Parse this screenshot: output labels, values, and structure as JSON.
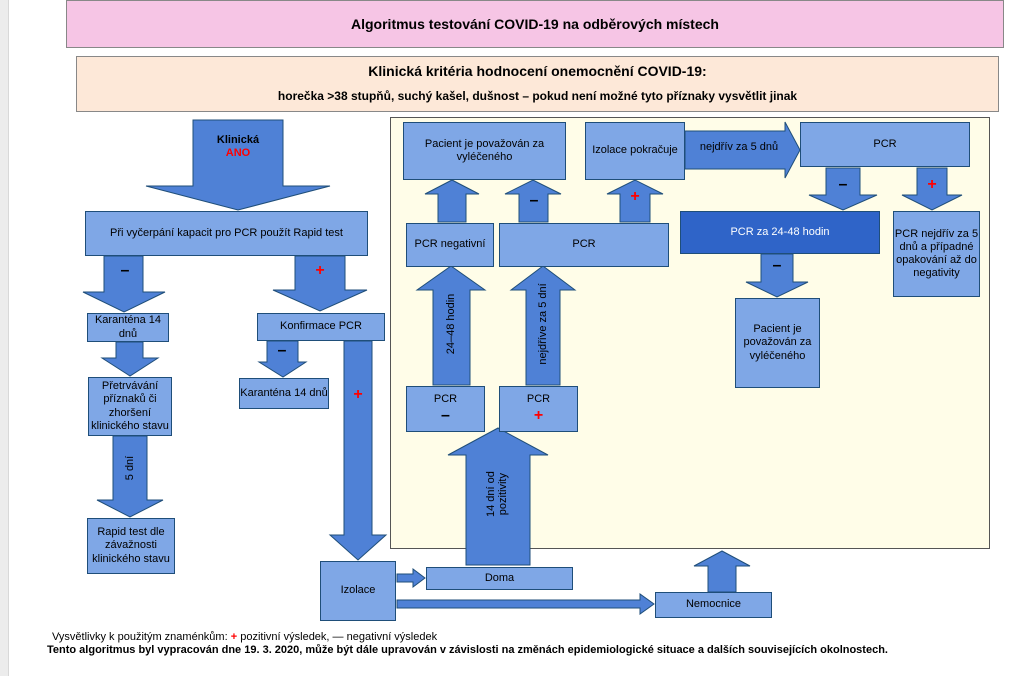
{
  "title": "Algoritmus testování COVID-19 na odběrových místech",
  "criteria": {
    "title": "Klinická kritéria hodnocení onemocnění COVID-19:",
    "subtitle": "horečka >38 stupňů, suchý kašel, dušnost – pokud není možné tyto příznaky vysvětlit jinak"
  },
  "nodes": {
    "klinicka": "Klinická",
    "ano": "ANO",
    "rapid_capacity": "Při vyčerpání kapacit pro PCR použít Rapid test",
    "karantena1": "Karanténa 14 dnů",
    "konfirmace": "Konfirmace PCR",
    "karantena2": "Karanténa 14 dnů",
    "pretrvavani": "Přetrvávání příznaků či zhoršení klinického stavu",
    "days5": "5 dní",
    "rapid_test": "Rapid test dle závažnosti klinického stavu",
    "izolace": "Izolace",
    "doma": "Doma",
    "nemocnice": "Nemocnice",
    "pacient_vyleceny": "Pacient je považován za vyléčeného",
    "izolace_pokracuje": "Izolace pokračuje",
    "nejdriv_5_dnu": "nejdřív za 5 dnů",
    "pcr_top": "PCR",
    "pcr_negativni": "PCR negativní",
    "pcr_mid": "PCR",
    "pcr_24_48": "PCR za 24-48 hodin",
    "pcr_nejdriv": "PCR nejdřív za 5 dnů a případné opakování až do negativity",
    "pacient_vyleceny2": "Pacient je považován za vyléčeného",
    "hodin_24_48": "24–48 hodin",
    "nejdrive_5_dni": "nejdříve za 5 dní",
    "pcr_neg_box": "PCR",
    "pcr_pos_box": "PCR",
    "dni_14": "14 dní od pozitivity"
  },
  "signs": {
    "plus": "+",
    "minus": "–"
  },
  "footer": {
    "legend_prefix": "Vysvětlivky k použitým znaménkům:",
    "legend_plus": "pozitivní výsledek,",
    "legend_minus_sign": "—",
    "legend_minus": "negativní výsledek",
    "note": "Tento algoritmus byl vypracován dne 19. 3. 2020, může být dále upravován v závislosti na změnách epidemiologické situace a dalších souvisejících okolnostech."
  },
  "colors": {
    "light_blue": "#7fa7e6",
    "mid_blue": "#4f81d6",
    "dark_blue": "#2f64c8",
    "title_pink": "#f6c5e5",
    "criteria_peach": "#fde8d8",
    "panel_cream": "#fffde8",
    "plus_red": "#ff0000"
  }
}
